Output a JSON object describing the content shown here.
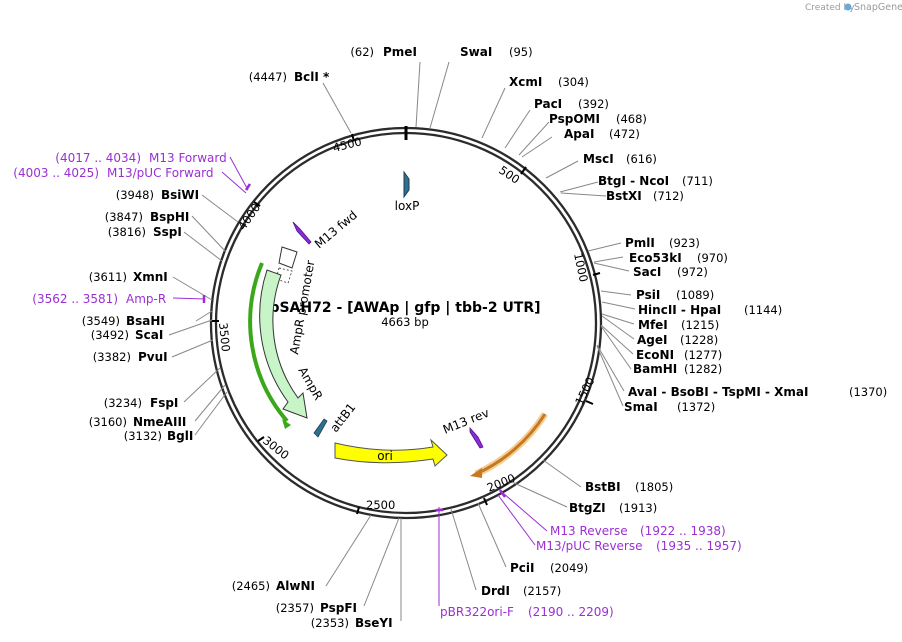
{
  "credit": {
    "created_by": "Created by",
    "brand": "SnapGene"
  },
  "plasmid": {
    "name": "pSAH72 - [AWAp | gfp | tbb-2 UTR]",
    "length": "4663 bp"
  },
  "tick_labels": [
    "500",
    "1000",
    "1500",
    "2000",
    "2500",
    "3000",
    "3500",
    "4000",
    "4500"
  ],
  "enzymes": [
    {
      "name": "PmeI",
      "pos": "(62)"
    },
    {
      "name": "SwaI",
      "pos": "(95)"
    },
    {
      "name": "XcmI",
      "pos": "(304)"
    },
    {
      "name": "PacI",
      "pos": "(392)"
    },
    {
      "name": "PspOMI",
      "pos": "(468)"
    },
    {
      "name": "ApaI",
      "pos": "(472)"
    },
    {
      "name": "MscI",
      "pos": "(616)"
    },
    {
      "name": "BtgI  -  NcoI",
      "pos": "(711)"
    },
    {
      "name": "BstXI",
      "pos": "(712)"
    },
    {
      "name": "PmlI",
      "pos": "(923)"
    },
    {
      "name": "Eco53kI",
      "pos": "(970)"
    },
    {
      "name": "SacI",
      "pos": "(972)"
    },
    {
      "name": "PsiI",
      "pos": "(1089)"
    },
    {
      "name": "HincII  -  HpaI",
      "pos": "(1144)"
    },
    {
      "name": "MfeI",
      "pos": "(1215)"
    },
    {
      "name": "AgeI",
      "pos": "(1228)"
    },
    {
      "name": "EcoNI",
      "pos": "(1277)"
    },
    {
      "name": "BamHI",
      "pos": "(1282)"
    },
    {
      "name": "AvaI  -  BsoBI  -  TspMI  -  XmaI",
      "pos": "(1370)"
    },
    {
      "name": "SmaI",
      "pos": "(1372)"
    },
    {
      "name": "BstBI",
      "pos": "(1805)"
    },
    {
      "name": "BtgZI",
      "pos": "(1913)"
    },
    {
      "name": "PciI",
      "pos": "(2049)"
    },
    {
      "name": "DrdI",
      "pos": "(2157)"
    },
    {
      "name": "BseYI",
      "pos": "(2353)"
    },
    {
      "name": "PspFI",
      "pos": "(2357)"
    },
    {
      "name": "AlwNI",
      "pos": "(2465)"
    },
    {
      "name": "BglI",
      "pos": "(3132)"
    },
    {
      "name": "NmeAIII",
      "pos": "(3160)"
    },
    {
      "name": "FspI",
      "pos": "(3234)"
    },
    {
      "name": "PvuI",
      "pos": "(3382)"
    },
    {
      "name": "ScaI",
      "pos": "(3492)"
    },
    {
      "name": "BsaHI",
      "pos": "(3549)"
    },
    {
      "name": "XmnI",
      "pos": "(3611)"
    },
    {
      "name": "SspI",
      "pos": "(3816)"
    },
    {
      "name": "BspHI",
      "pos": "(3847)"
    },
    {
      "name": "BsiWI",
      "pos": "(3948)"
    },
    {
      "name": "BclI *",
      "pos": "(4447)"
    }
  ],
  "primers": [
    {
      "name": "M13 Forward",
      "range": "(4017 .. 4034)"
    },
    {
      "name": "M13/pUC Forward",
      "range": "(4003 .. 4025)"
    },
    {
      "name": "Amp-R",
      "range": "(3562 .. 3581)"
    },
    {
      "name": "M13 Reverse",
      "range": "(1922 .. 1938)"
    },
    {
      "name": "M13/pUC Reverse",
      "range": "(1935 .. 1957)"
    },
    {
      "name": "pBR322ori-F",
      "range": "(2190 .. 2209)"
    }
  ],
  "features": {
    "loxp": "loxP",
    "m13_fwd": "M13 fwd",
    "amp_promoter": "AmpR promoter",
    "ampr": "AmpR",
    "ampr_inner": "AmpR",
    "attb1": "attB1",
    "ori": "ori",
    "m13_rev": "M13 rev"
  },
  "colors": {
    "backbone": "#2b2b2b",
    "primer": "#9b2fd4",
    "ampr_fill": "#c8f5c8",
    "ori_fill": "#ffff00",
    "orange_arc": "#c8781e",
    "green_arc": "#3aa81a",
    "loxp_fill": "#2f6f8f"
  }
}
